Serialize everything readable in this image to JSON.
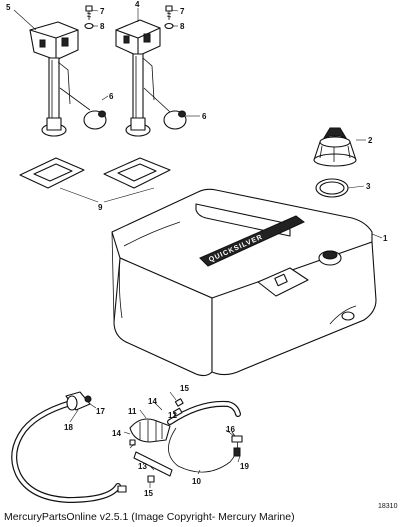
{
  "diagram": {
    "drawing_id": "18310",
    "tank_branding": "QUICKSILVER",
    "copyright": "MercuryPartsOnline v2.5.1 (Image Copyright- Mercury Marine)",
    "callouts": {
      "c1": "1",
      "c2": "2",
      "c3": "3",
      "c4": "4",
      "c5": "5",
      "c6a": "6",
      "c6b": "6",
      "c7a": "7",
      "c7b": "7",
      "c8a": "8",
      "c8b": "8",
      "c9": "9",
      "c10": "10",
      "c11": "11",
      "c12": "12",
      "c13": "13",
      "c14a": "14",
      "c14b": "14",
      "c15a": "15",
      "c15b": "15",
      "c16": "16",
      "c17": "17",
      "c18": "18",
      "c19": "19"
    }
  }
}
